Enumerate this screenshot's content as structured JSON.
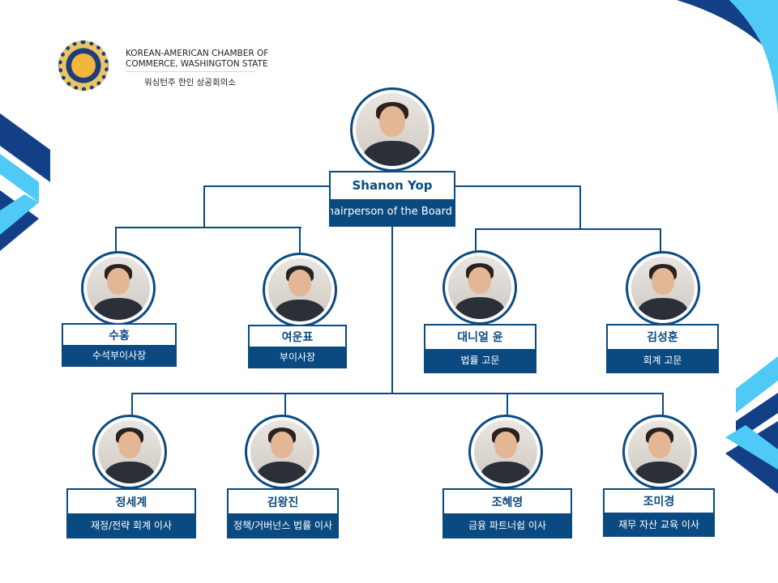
{
  "org": {
    "name_en_line1": "KOREAN-AMERICAN CHAMBER OF",
    "name_en_line2": "COMMERCE, WASHINGTON STATE",
    "name_ko": "워싱턴주 한인 상공회의소"
  },
  "colors": {
    "navy": "#0b4a80",
    "light_blue": "#4fc9f5",
    "dark_blue": "#123f85"
  },
  "chair": {
    "name": "Shanon Yop",
    "title": "Chairperson of the Board"
  },
  "members": [
    {
      "name": "수홍",
      "title": "수석부이사장"
    },
    {
      "name": "여운표",
      "title": "부이사장"
    },
    {
      "name": "대니얼 윤",
      "title": "법률 고문"
    },
    {
      "name": "김성훈",
      "title": "회계 고문"
    },
    {
      "name": "정세계",
      "title": "재정/전략 회계 이사"
    },
    {
      "name": "김왕진",
      "title": "정책/거버넌스 법률 이사"
    },
    {
      "name": "조혜영",
      "title": "금융 파트너쉽 이사"
    },
    {
      "name": "조미경",
      "title": "재무 자산 교육 이사"
    }
  ]
}
